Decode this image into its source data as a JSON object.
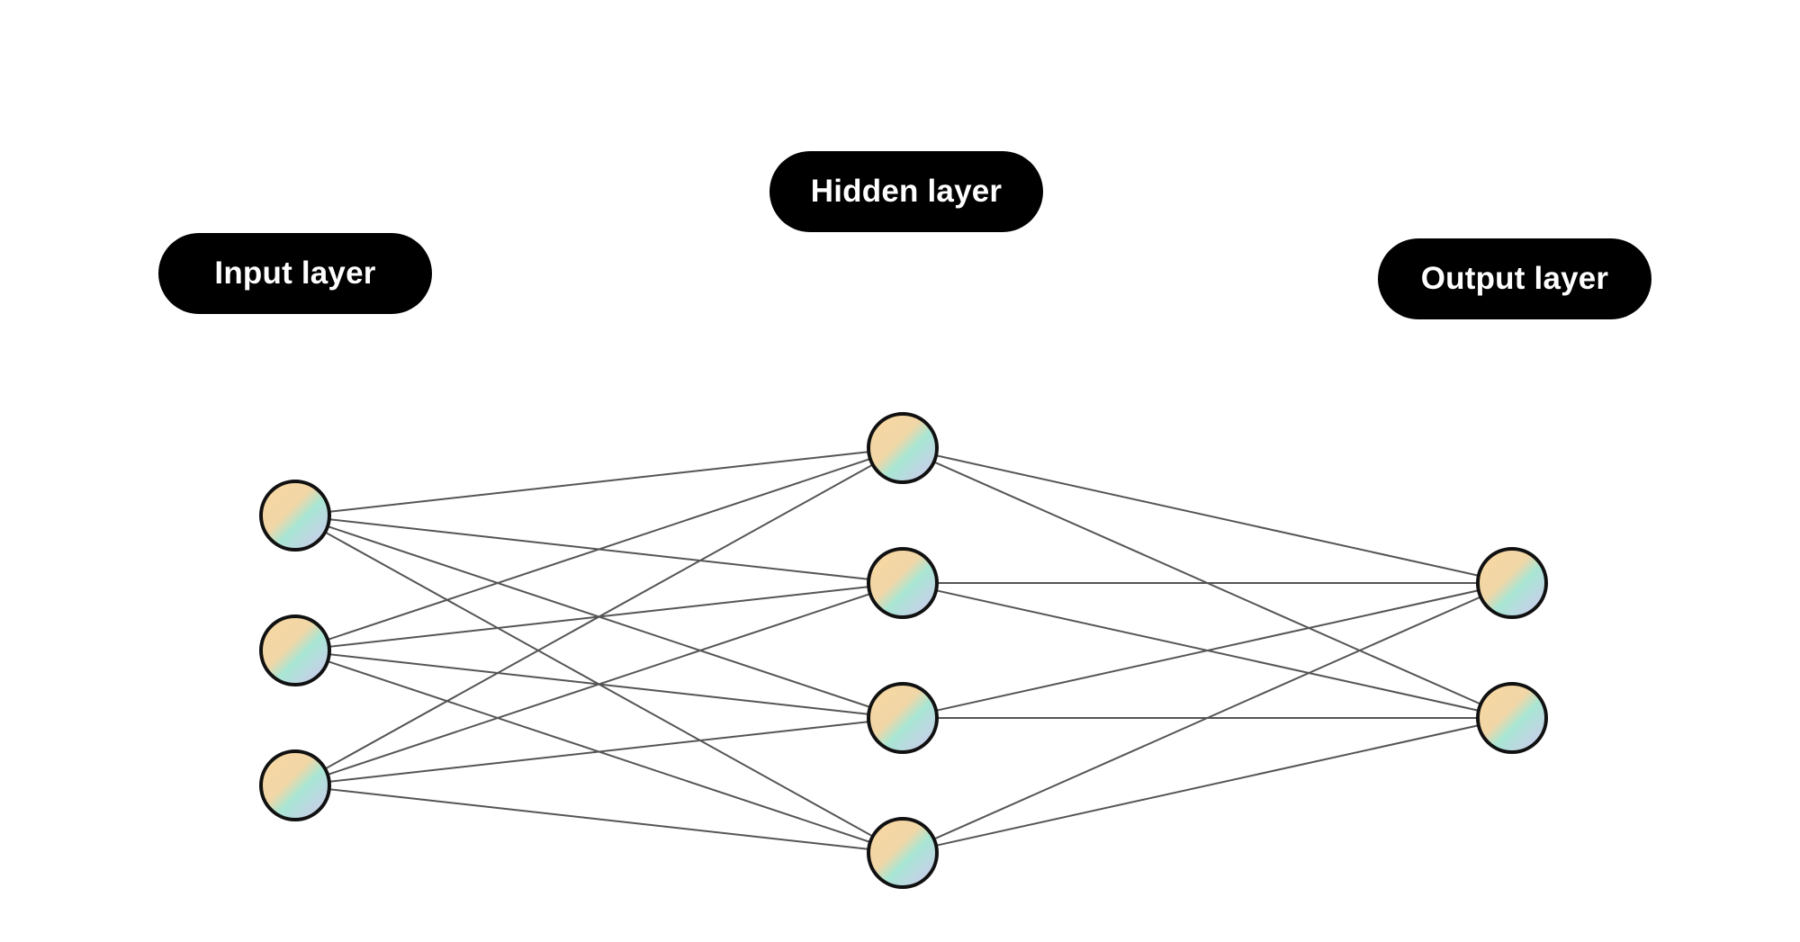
{
  "layers": [
    {
      "label": "Input layer",
      "neurons": 3
    },
    {
      "label": "Hidden layer",
      "neurons": 4
    },
    {
      "label": "Output layer",
      "neurons": 2
    }
  ],
  "colors": {
    "pill_background": "#000000",
    "pill_text": "#ffffff",
    "connection": "#555555",
    "neuron_outline": "#111111",
    "neuron_gradient": [
      "#f7d8a0",
      "#a8e6d4",
      "#d6c4f2"
    ]
  },
  "connectivity": "fully-connected"
}
